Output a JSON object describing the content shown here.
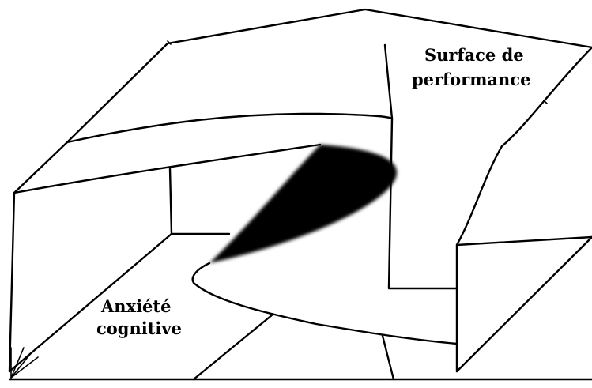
{
  "labels": {
    "surface_line1": "Surface de",
    "surface_line2": "performance",
    "anxiety_line1": "Anxiété",
    "anxiety_line2": "cognitive"
  },
  "colors": {
    "background": "#ffffff",
    "ink": "#000000",
    "fold_fill": "#000000"
  }
}
